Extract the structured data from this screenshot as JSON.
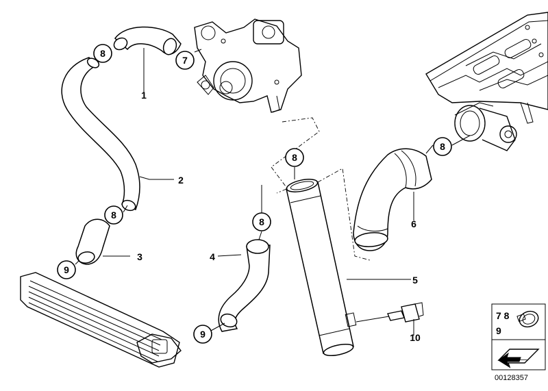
{
  "diagram": {
    "catalog_number": "00128357",
    "callouts": [
      {
        "id": "c8a",
        "text": "8"
      },
      {
        "id": "c7",
        "text": "7"
      },
      {
        "id": "c1",
        "text": "1"
      },
      {
        "id": "c2",
        "text": "2"
      },
      {
        "id": "c8b",
        "text": "8"
      },
      {
        "id": "c3",
        "text": "3"
      },
      {
        "id": "c9a",
        "text": "9"
      },
      {
        "id": "c4",
        "text": "4"
      },
      {
        "id": "c8c",
        "text": "8"
      },
      {
        "id": "c9b",
        "text": "9"
      },
      {
        "id": "c8d",
        "text": "8"
      },
      {
        "id": "c5",
        "text": "5"
      },
      {
        "id": "c10",
        "text": "10"
      },
      {
        "id": "c8e",
        "text": "8"
      },
      {
        "id": "c6",
        "text": "6"
      }
    ],
    "legend": {
      "line1": "7 8",
      "line2": "9",
      "icons": [
        "hose-clamp-icon",
        "arrow-icon"
      ]
    }
  }
}
